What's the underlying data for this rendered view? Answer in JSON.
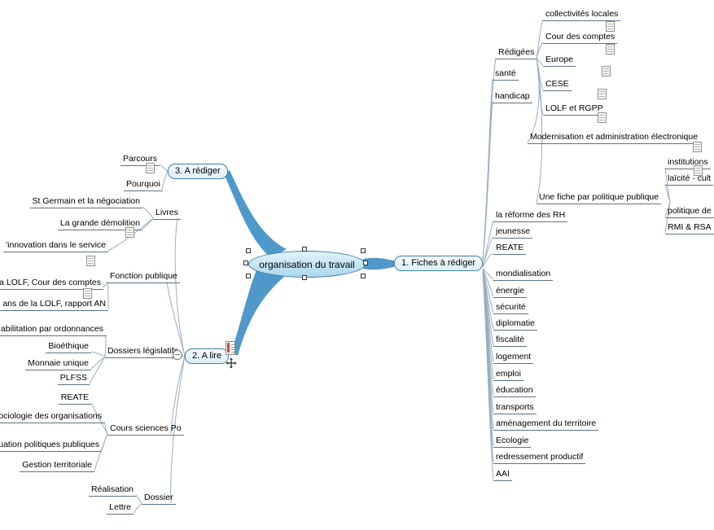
{
  "root": {
    "label": "organisation du travail"
  },
  "branch1": {
    "label": "1. Fiches à rédiger",
    "redigees": {
      "label": "Rédigées",
      "children": [
        "collectivités locales",
        "Cour des comptes",
        "Europe",
        "CESE",
        "LOLF et RGPP",
        "Modernisation et administration électronique",
        "Une fiche par politique publique"
      ]
    },
    "fiche_children": [
      "institutions",
      "laïcité - cult",
      "politique de",
      "RMI & RSA"
    ],
    "topics": [
      "santé",
      "handicap",
      "la réforme des RH",
      "jeunesse",
      "REATE",
      "mondialisation",
      "énergie",
      "sécurité",
      "diplomatie",
      "fiscalité",
      "logement",
      "emploi",
      "éducation",
      "transports",
      "aménagement du territoire",
      "Ecologie",
      "redressement productif",
      "AAI"
    ]
  },
  "branch2": {
    "label": "2. A lire",
    "livres": {
      "label": "Livres",
      "children": [
        "St Germain et la négociation",
        "La grande démolition",
        "'innovation dans le service"
      ]
    },
    "fonction_publique": {
      "label": "Fonction publique",
      "children": [
        "la LOLF, Cour des comptes",
        "ans de la LOLF, rapport AN"
      ]
    },
    "dossiers_legislatifs": {
      "label": "Dossiers législatifs",
      "children": [
        "abilitation par ordonnances",
        "Bioéthique",
        "Monnaie unique",
        "PLFSS"
      ]
    },
    "cours_sciences_po": {
      "label": "Cours sciences Po",
      "children": [
        "REATE",
        "ociologie des organisations",
        "uation politiques publiques",
        "Gestion territoriale"
      ]
    },
    "dossier": {
      "label": "Dossier",
      "children": [
        "Réalisation",
        "Lettre"
      ]
    }
  },
  "branch3": {
    "label": "3. A rédiger",
    "children": [
      "Parcours",
      "Pourquoi"
    ]
  },
  "colors": {
    "branch_blue": "#4f98ca",
    "edge_gray": "#98aec0",
    "underline_gray": "#5f7283",
    "bubble_border": "#3d7ba6",
    "bubble_fill": "#d9eef9",
    "root_fill": "#a9d8ec"
  },
  "icons": {
    "note": "note-icon",
    "collapse": "minus-circle-icon",
    "move": "move-cursor-icon",
    "paste": "paste-cursor-icon",
    "handle": "selection-handle"
  }
}
